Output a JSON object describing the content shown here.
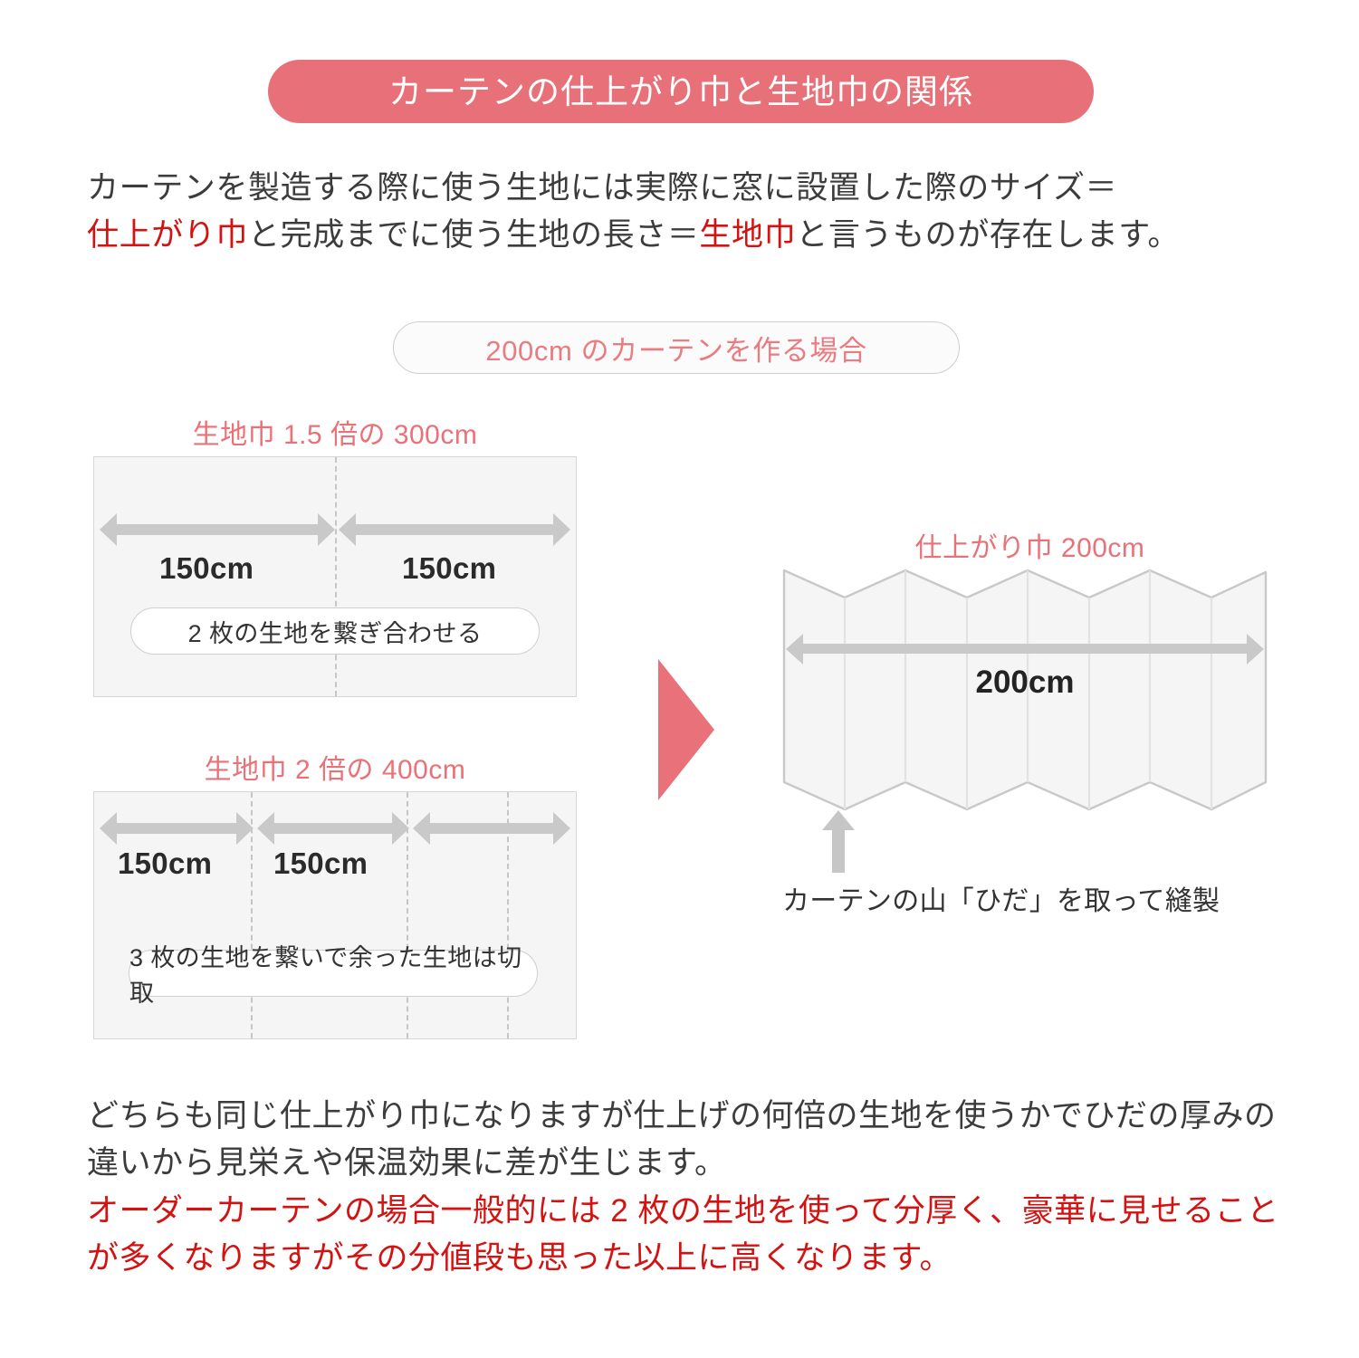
{
  "colors": {
    "accent_pill": "#e87179",
    "accent_text": "#ea7177",
    "red_text": "#d31212",
    "body_text": "#3c3c3c",
    "box_fill": "#f5f5f5",
    "box_border": "#d6d6d6",
    "arrow_gray": "#c9c9c9"
  },
  "header": {
    "title": "カーテンの仕上がり巾と生地巾の関係"
  },
  "intro": {
    "line1_part1": "カーテンを製造する際に使う生地には実際に窓に設置した際のサイズ＝",
    "line2_hl1": "仕上がり巾",
    "line2_part2": "と完成までに使う生地の長さ＝",
    "line2_hl2": "生地巾",
    "line2_part3": "と言うものが存在します。"
  },
  "case": {
    "label": "200cm のカーテンを作る場合"
  },
  "fabric_panels": [
    {
      "id": "panel-1",
      "label": "生地巾 1.5 倍の 300cm",
      "segments": [
        {
          "label": "150cm"
        },
        {
          "label": "150cm"
        }
      ],
      "note": "2 枚の生地を繋ぎ合わせる"
    },
    {
      "id": "panel-2",
      "label": "生地巾 2 倍の 400cm",
      "segments": [
        {
          "label": "150cm"
        },
        {
          "label": "150cm"
        },
        {
          "label": ""
        }
      ],
      "note": "3 枚の生地を繋いで余った生地は切取"
    }
  ],
  "curtain": {
    "label": "仕上がり巾 200cm",
    "dimension": "200cm",
    "caption": "カーテンの山「ひだ」を取って縫製"
  },
  "outro": {
    "gray": "どちらも同じ仕上がり巾になりますが仕上げの何倍の生地を使うかでひだの厚みの違いから見栄えや保温効果に差が生じます。",
    "red": "オーダーカーテンの場合一般的には 2 枚の生地を使って分厚く、豪華に見せることが多くなりますがその分値段も思った以上に高くなります。"
  }
}
